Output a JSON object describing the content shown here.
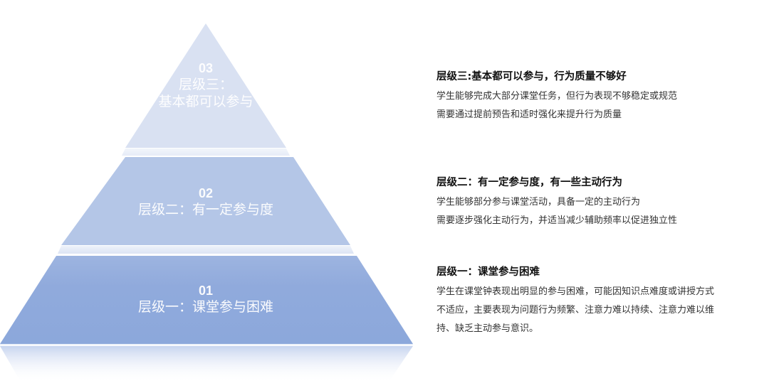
{
  "colors": {
    "tier3": "#D9E1F2",
    "tier2": "#B4C6E7",
    "tier1": "#8EA9DB",
    "band": "#EEF2FA",
    "text_white": "#FFFFFF",
    "title_text": "#111111",
    "body_text": "#333333"
  },
  "pyramid": {
    "tiers": [
      {
        "number": "03",
        "name_line1": "层级三：",
        "name_line2": "基本都可以参与"
      },
      {
        "number": "02",
        "name_line1": "层级二：有一定参与度"
      },
      {
        "number": "01",
        "name_line1": "层级一：课堂参与困难"
      }
    ]
  },
  "descriptions": [
    {
      "title": "层级三:基本都可以参与，行为质量不够好",
      "lines": [
        "学生能够完成大部分课堂任务，但行为表现不够稳定或规范",
        "需要通过提前预告和适时强化来提升行为质量"
      ]
    },
    {
      "title": "层级二：有一定参与度，有一些主动行为",
      "lines": [
        "学生能够部分参与课堂活动，具备一定的主动行为",
        "需要逐步强化主动行为，并适当减少辅助频率以促进独立性"
      ]
    },
    {
      "title": "层级一：课堂参与困难",
      "lines": [
        "学生在课堂钟表现出明显的参与困难，可能因知识点难度或讲授方式",
        "不适应，主要表现为问题行为频繁、注意力难以持续、注意力难以维",
        "持、缺乏主动参与意识。"
      ]
    }
  ]
}
